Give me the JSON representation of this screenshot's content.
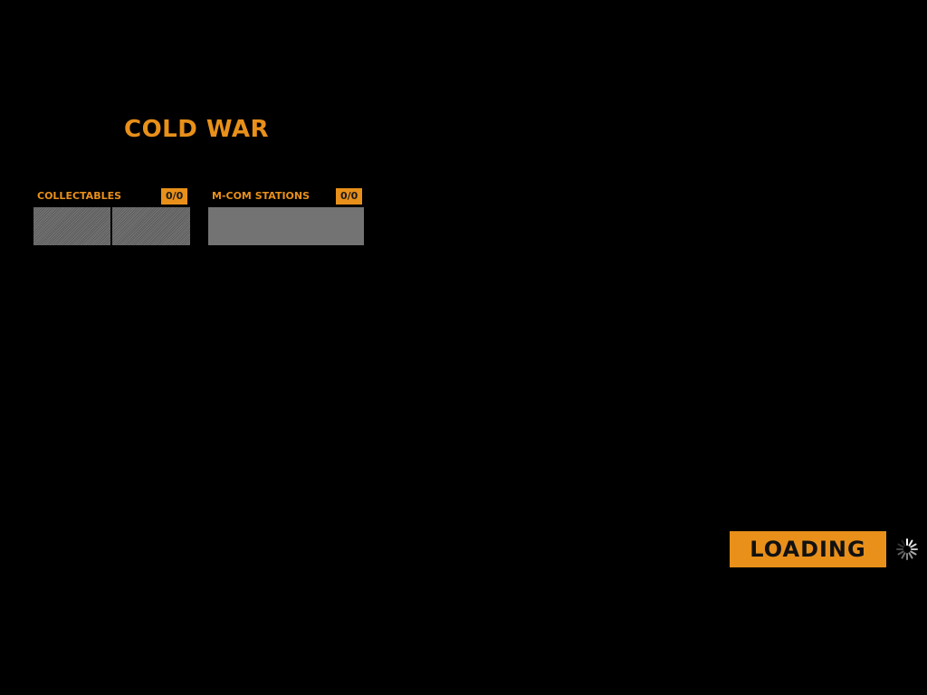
{
  "mission": {
    "title": "COLD WAR"
  },
  "stats": [
    {
      "label": "COLLECTABLES",
      "count": "0/0",
      "slots": 2,
      "slot_style": "hatched"
    },
    {
      "label": "M-COM STATIONS",
      "count": "0/0",
      "slots": 1,
      "slot_style": "plain"
    }
  ],
  "loading": {
    "label": "LOADING",
    "spinner_icon": "loading-spinner-icon"
  },
  "colors": {
    "background": "#000000",
    "accent": "#e8901a",
    "accent_text": "#111111",
    "slot_gray": "#737373"
  }
}
